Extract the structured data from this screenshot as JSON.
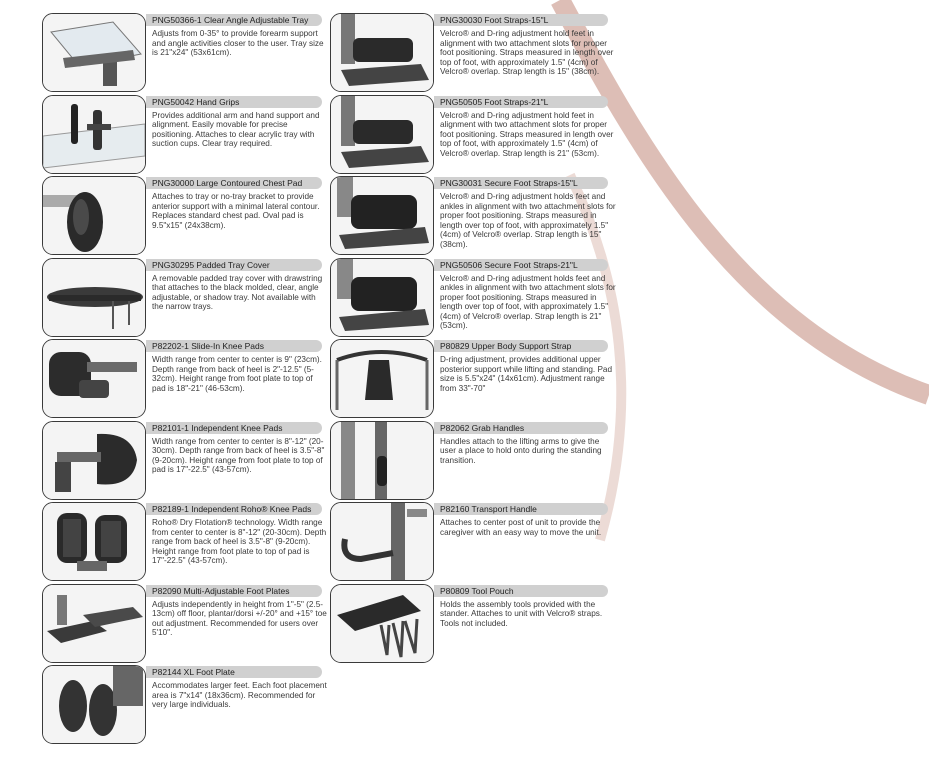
{
  "colors": {
    "accent_arc": "#d9b7ae",
    "title_bar": "#d0d0d0",
    "thumb_border": "#3a3a3a"
  },
  "left_items": [
    {
      "title": "PNG50366-1 Clear Angle Adjustable Tray",
      "desc": "Adjusts from 0-35° to provide forearm support and angle activities closer to the user. Tray size is 21\"x24\" (53x61cm).",
      "image": "clear-angle-tray-photo"
    },
    {
      "title": "PNG50042 Hand Grips",
      "desc": "Provides additional arm and hand support and alignment. Easily movable for precise positioning. Attaches to clear acrylic tray with suction cups. Clear tray required.",
      "image": "hand-grips-photo"
    },
    {
      "title": "PNG30000 Large Contoured Chest Pad",
      "desc": "Attaches to tray or no-tray bracket to provide anterior support with a minimal lateral contour. Replaces standard chest pad. Oval pad is 9.5\"x15\" (24x38cm).",
      "image": "chest-pad-photo"
    },
    {
      "title": "PNG30295 Padded Tray Cover",
      "desc": "A removable padded tray cover with drawstring that attaches to the black molded, clear, angle adjustable, or shadow tray. Not available with the narrow trays.",
      "image": "tray-cover-photo"
    },
    {
      "title": "P82202-1 Slide-In Knee Pads",
      "desc": "Width range from center to center is 9\" (23cm). Depth range from back of heel is 2\"-12.5\" (5-32cm). Height range from foot plate to top of pad is 18\"-21\" (46-53cm).",
      "image": "slide-in-knee-pads-photo"
    },
    {
      "title": "P82101-1 Independent Knee Pads",
      "desc": "Width range from center to center is 8\"-12\" (20-30cm). Depth range from back of heel is 3.5\"-8\" (9-20cm). Height range from foot plate to top of pad is 17\"-22.5\" (43-57cm).",
      "image": "independent-knee-pads-photo"
    },
    {
      "title": "P82189-1 Independent Roho® Knee Pads",
      "desc": "Roho® Dry Flotation® technology. Width range from center to center is 8\"-12\" (20-30cm). Depth range from back of heel is 3.5\"-8\" (9-20cm). Height range from foot plate to top of pad is 17\"-22.5\" (43-57cm).",
      "image": "roho-knee-pads-photo"
    },
    {
      "title": "P82090 Multi-Adjustable Foot Plates",
      "desc": "Adjusts independently in height from 1\"-5\" (2.5-13cm) off floor, plantar/dorsi +/-20° and +15° toe out adjustment. Recommended for users over 5'10\".",
      "image": "foot-plates-photo"
    },
    {
      "title": "P82144 XL Foot Plate",
      "desc": "Accommodates larger feet. Each foot placement area is 7\"x14\" (18x36cm). Recommended for very large individuals.",
      "image": "xl-foot-plate-photo"
    }
  ],
  "right_items": [
    {
      "title": "PNG30030 Foot Straps-15\"L",
      "desc": "Velcro® and D-ring adjustment hold feet in alignment with two attachment slots for proper foot positioning. Straps measured in length over top of foot, with approximately 1.5\" (4cm) of Velcro® overlap. Strap length is 15\" (38cm).",
      "image": "foot-straps-15-photo"
    },
    {
      "title": "PNG50505 Foot Straps-21\"L",
      "desc": "Velcro® and D-ring adjustment hold feet in alignment with two attachment slots for proper foot positioning. Straps measured in length over top of foot, with approximately 1.5\" (4cm) of Velcro® overlap. Strap length is 21\" (53cm).",
      "image": "foot-straps-21-photo"
    },
    {
      "title": "PNG30031 Secure Foot Straps-15\"L",
      "desc": "Velcro® and D-ring adjustment holds feet and ankles in alignment with two attachment slots for proper foot positioning. Straps measured in length over top of foot, with approximately 1.5\" (4cm) of Velcro® overlap. Strap length is 15\" (38cm).",
      "image": "secure-foot-straps-15-photo"
    },
    {
      "title": "PNG50506 Secure Foot Straps-21\"L",
      "desc": "Velcro® and D-ring adjustment holds feet and ankles in alignment with two attachment slots for proper foot positioning. Straps measured in length over top of foot, with approximately 1.5\" (4cm) of Velcro® overlap. Strap length is 21\" (53cm).",
      "image": "secure-foot-straps-21-photo"
    },
    {
      "title": "P80829 Upper Body Support Strap",
      "desc": "D-ring adjustment, provides additional upper posterior support while lifting and standing. Pad size is 5.5\"x24\" (14x61cm). Adjustment range from 33\"-70\"",
      "image": "upper-body-strap-photo"
    },
    {
      "title": "P82062 Grab Handles",
      "desc": "Handles attach to the lifting arms to give the user a place to hold onto during the standing transition.",
      "image": "grab-handles-photo"
    },
    {
      "title": "P82160 Transport Handle",
      "desc": "Attaches to center post of unit to provide the caregiver with an easy way to move the unit.",
      "image": "transport-handle-photo"
    },
    {
      "title": "P80809 Tool Pouch",
      "desc": "Holds the assembly tools provided with the stander. Attaches to unit with Velcro® straps. Tools not included.",
      "image": "tool-pouch-photo"
    }
  ]
}
